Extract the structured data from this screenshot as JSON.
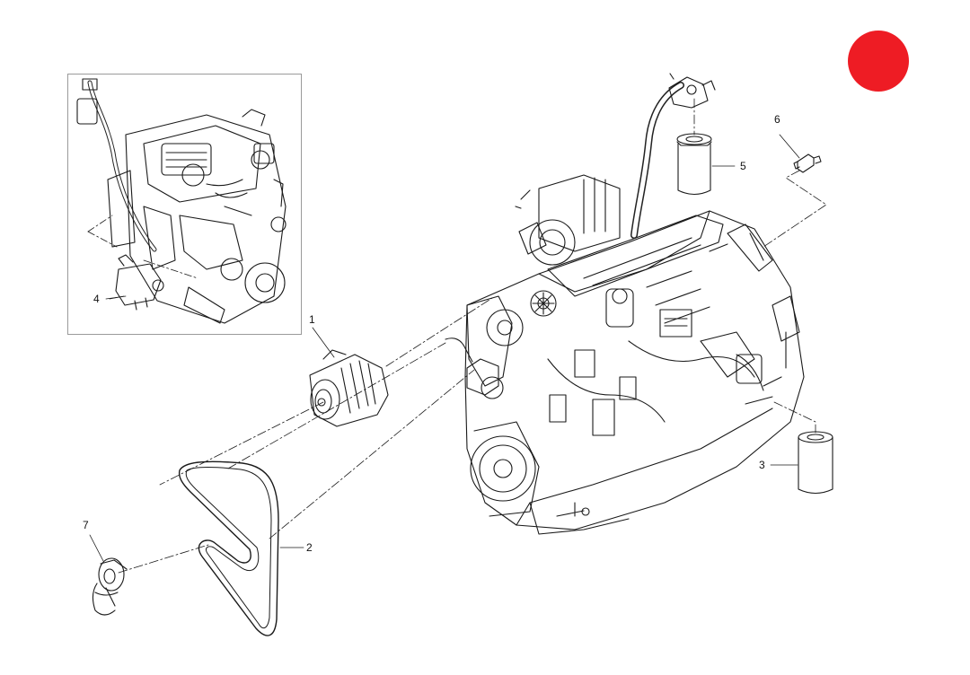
{
  "colors": {
    "indicator": "#ee1c24",
    "line": "#1a1a1a",
    "frame": "#9a9a9a"
  },
  "callouts": [
    {
      "id": "1",
      "label": "1"
    },
    {
      "id": "2",
      "label": "2"
    },
    {
      "id": "3",
      "label": "3"
    },
    {
      "id": "4",
      "label": "4"
    },
    {
      "id": "5",
      "label": "5"
    },
    {
      "id": "6",
      "label": "6"
    },
    {
      "id": "7",
      "label": "7"
    }
  ]
}
